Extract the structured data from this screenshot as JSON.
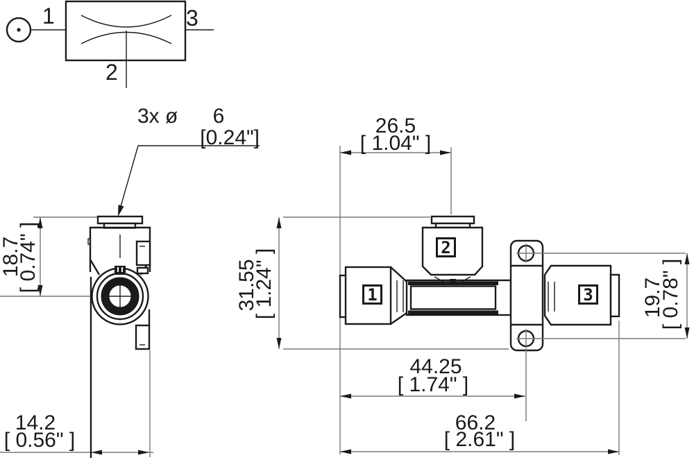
{
  "schematic": {
    "label_1": "1",
    "label_2": "2",
    "label_3": "3"
  },
  "callout": {
    "prefix": "3x ø",
    "value": "6",
    "inches": "[0.24\"]"
  },
  "end_view": {
    "dim_height_mm": "18.7",
    "dim_height_in": "[ 0.74\" ]",
    "dim_depth_mm": "14.2",
    "dim_depth_in": "[ 0.56\" ]"
  },
  "side_view": {
    "port_1": "1",
    "port_2": "2",
    "port_3": "3",
    "dim_port2_mm": "26.5",
    "dim_port2_in": "[ 1.04\" ]",
    "dim_height_mm": "31.55",
    "dim_height_in": "[ 1.24\" ]",
    "dim_holes_mm": "19.7",
    "dim_holes_in": "[ 0.78\" ]",
    "dim_mount_mm": "44.25",
    "dim_mount_in": "[ 1.74\" ]",
    "dim_length_mm": "66.2",
    "dim_length_in": "[ 2.61\" ]"
  },
  "colors": {
    "line": "#1a1a1a",
    "dim": "#787878",
    "bg": "#ffffff"
  }
}
